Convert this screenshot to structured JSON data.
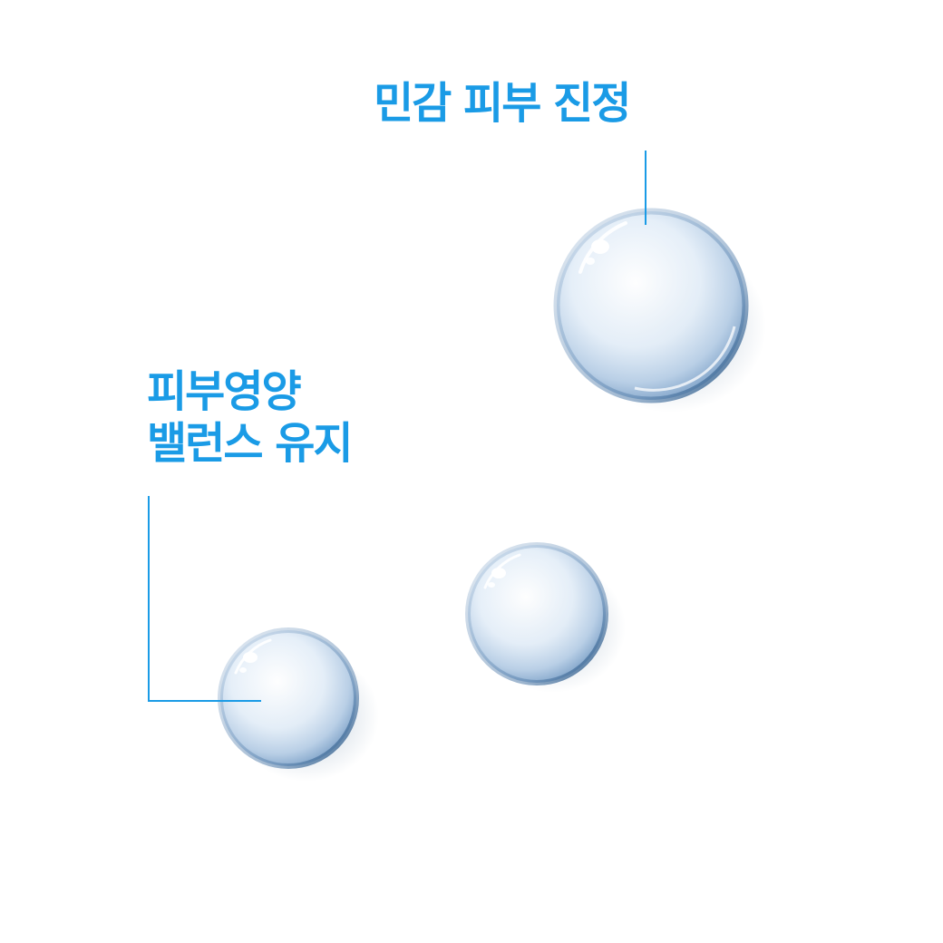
{
  "callouts": {
    "top": {
      "text": "민감 피부 진정"
    },
    "left": {
      "line1": "피부영양",
      "line2": "밸런스 유지"
    }
  },
  "colors": {
    "accent": "#1a9be6",
    "background": "#ffffff",
    "drop_tint": "#8fb3d6"
  },
  "illustration": {
    "drops": [
      {
        "name": "large-water-drop"
      },
      {
        "name": "medium-water-drop"
      },
      {
        "name": "small-water-drop"
      }
    ]
  }
}
